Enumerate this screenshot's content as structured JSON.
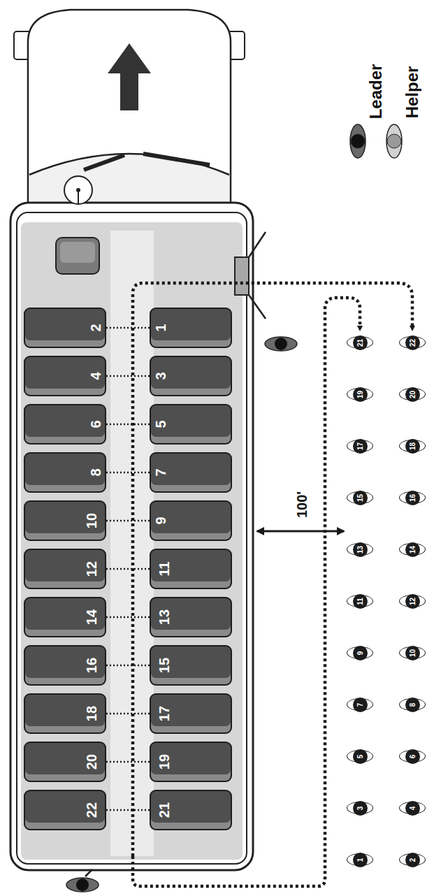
{
  "diagram": {
    "nodes": [
      {
        "text": [
          "2"
        ]
      },
      {
        "text": [
          "1"
        ]
      },
      {
        "text": [
          "4"
        ]
      },
      {
        "text": [
          "3"
        ]
      },
      {
        "text": [
          "6"
        ]
      },
      {
        "text": [
          "5"
        ]
      },
      {
        "text": [
          "8"
        ]
      },
      {
        "text": [
          "7"
        ]
      },
      {
        "text": [
          "10"
        ]
      },
      {
        "text": [
          "9"
        ]
      },
      {
        "text": [
          "12"
        ]
      },
      {
        "text": [
          "11"
        ]
      },
      {
        "text": [
          "14"
        ]
      },
      {
        "text": [
          "13"
        ]
      },
      {
        "text": [
          "16"
        ]
      },
      {
        "text": [
          "15"
        ]
      },
      {
        "text": [
          "18"
        ]
      },
      {
        "text": [
          "17"
        ]
      },
      {
        "text": [
          "20"
        ]
      },
      {
        "text": [
          "19"
        ]
      },
      {
        "text": [
          "22"
        ]
      },
      {
        "text": [
          "21"
        ]
      },
      {
        "text": [
          "21"
        ]
      },
      {
        "text": [
          "22"
        ]
      },
      {
        "text": [
          "19"
        ]
      },
      {
        "text": [
          "20"
        ]
      },
      {
        "text": [
          "17"
        ]
      },
      {
        "text": [
          "18"
        ]
      },
      {
        "text": [
          "15"
        ]
      },
      {
        "text": [
          "16"
        ]
      },
      {
        "text": [
          "13"
        ]
      },
      {
        "text": [
          "14"
        ]
      },
      {
        "text": [
          "11"
        ]
      },
      {
        "text": [
          "12"
        ]
      },
      {
        "text": [
          "9"
        ]
      },
      {
        "text": [
          "10"
        ]
      },
      {
        "text": [
          "7"
        ]
      },
      {
        "text": [
          "8"
        ]
      },
      {
        "text": [
          "5"
        ]
      },
      {
        "text": [
          "6"
        ]
      },
      {
        "text": [
          "3"
        ]
      },
      {
        "text": [
          "4"
        ]
      },
      {
        "text": [
          "1"
        ]
      },
      {
        "text": [
          "2"
        ]
      }
    ],
    "edges": [
      {
        "from": 0,
        "to": 1,
        "arrow": "none"
      },
      {
        "from": 2,
        "to": 3,
        "arrow": "none"
      },
      {
        "from": 4,
        "to": 5,
        "arrow": "none"
      },
      {
        "from": 6,
        "to": 7,
        "arrow": "none"
      },
      {
        "from": 8,
        "to": 9,
        "arrow": "none"
      },
      {
        "from": 10,
        "to": 11,
        "arrow": "none"
      },
      {
        "from": 12,
        "to": 13,
        "arrow": "none"
      },
      {
        "from": 14,
        "to": 15,
        "arrow": "none"
      },
      {
        "from": 16,
        "to": 17,
        "arrow": "none"
      },
      {
        "from": 18,
        "to": 19,
        "arrow": "none"
      },
      {
        "from": 20,
        "to": 21,
        "arrow": "none"
      }
    ],
    "labels": [
      "100'"
    ],
    "legend": [
      {
        "text": "Leader"
      },
      {
        "text": "Helper"
      }
    ]
  }
}
